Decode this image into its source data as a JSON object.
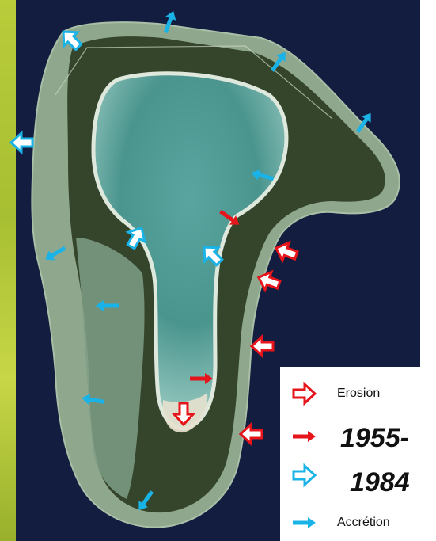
{
  "legend": {
    "erosion_label": "Erosion",
    "period_line1": "1955-",
    "period_line2": "1984",
    "accretion_label": "Accrétion"
  },
  "colors": {
    "erosion": "#e6141b",
    "accretion": "#1ab3e8",
    "ocean": "#131d40",
    "lagoon": "#4f9a93",
    "vegetation": "#33432a",
    "reef": "#8ea88c"
  },
  "icons": {
    "erosion_hollow": "hollow-red-arrow-icon",
    "erosion_solid": "solid-red-arrow-icon",
    "accretion_hollow": "hollow-blue-arrow-icon",
    "accretion_solid": "solid-blue-arrow-icon"
  }
}
